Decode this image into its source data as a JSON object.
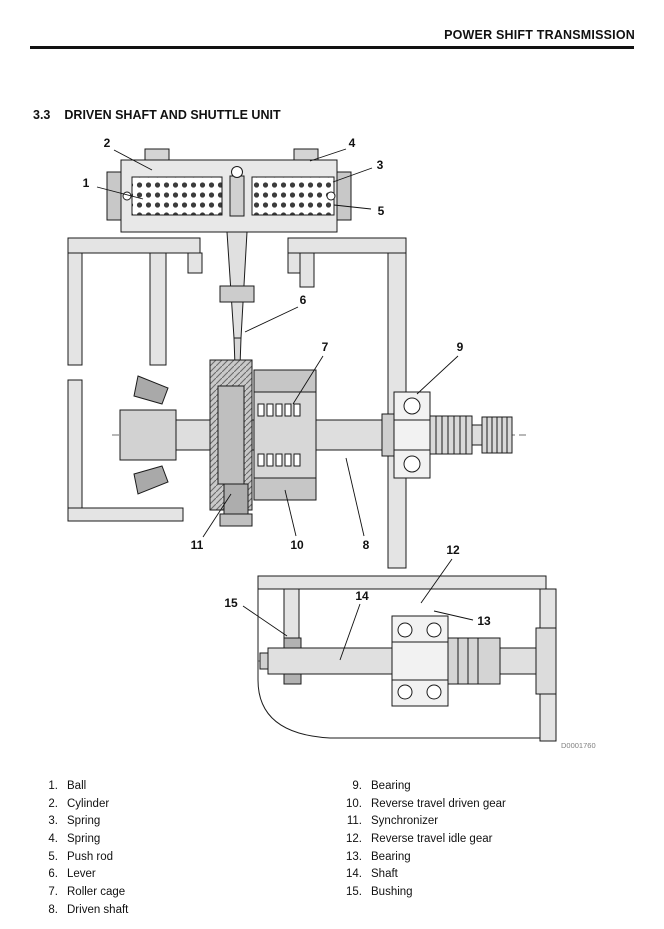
{
  "header": {
    "title": "POWER SHIFT TRANSMISSION"
  },
  "section": {
    "number": "3.3",
    "title": "DRIVEN SHAFT AND SHUTTLE UNIT"
  },
  "figure": {
    "code": "D0001760",
    "callouts": [
      "1",
      "2",
      "3",
      "4",
      "5",
      "6",
      "7",
      "8",
      "9",
      "10",
      "11",
      "12",
      "13",
      "14",
      "15"
    ]
  },
  "parts_list": {
    "left": [
      {
        "num": "1.",
        "label": "Ball"
      },
      {
        "num": "2.",
        "label": "Cylinder"
      },
      {
        "num": "3.",
        "label": "Spring"
      },
      {
        "num": "4.",
        "label": "Spring"
      },
      {
        "num": "5.",
        "label": "Push rod"
      },
      {
        "num": "6.",
        "label": "Lever"
      },
      {
        "num": "7.",
        "label": "Roller cage"
      },
      {
        "num": "8.",
        "label": "Driven shaft"
      }
    ],
    "right": [
      {
        "num": "9.",
        "label": "Bearing"
      },
      {
        "num": "10.",
        "label": "Reverse travel driven gear"
      },
      {
        "num": "11.",
        "label": "Synchronizer"
      },
      {
        "num": "12.",
        "label": "Reverse travel idle gear"
      },
      {
        "num": "13.",
        "label": "Bearing"
      },
      {
        "num": "14.",
        "label": "Shaft"
      },
      {
        "num": "15.",
        "label": "Bushing"
      }
    ]
  }
}
